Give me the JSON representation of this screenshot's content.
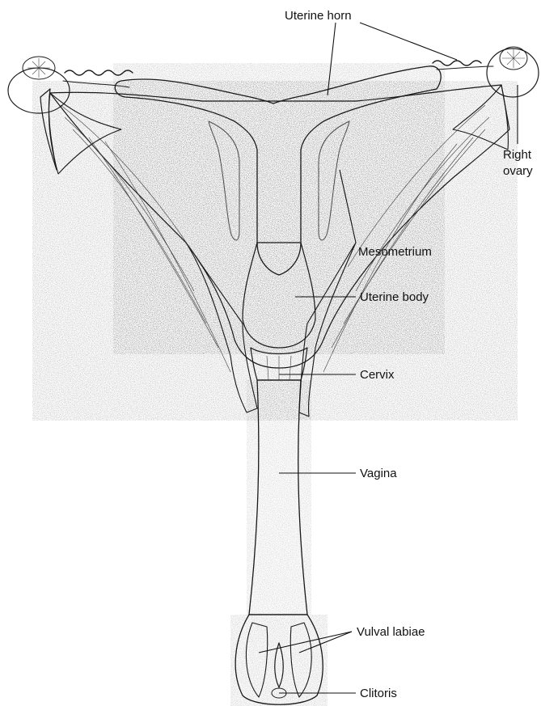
{
  "labels": {
    "uterine_horn": "Uterine horn",
    "right_ovary_line1": "Right",
    "right_ovary_line2": "ovary",
    "mesometrium": "Mesometrium",
    "uterine_body": "Uterine body",
    "cervix": "Cervix",
    "vagina": "Vagina",
    "vulval_labiae": "Vulval labiae",
    "clitoris": "Clitoris"
  },
  "colors": {
    "ink": "#1a1a1a",
    "tissue": "#f3f3f3",
    "shade": "#cfcfcf",
    "ovary": "#9a9a9a"
  }
}
